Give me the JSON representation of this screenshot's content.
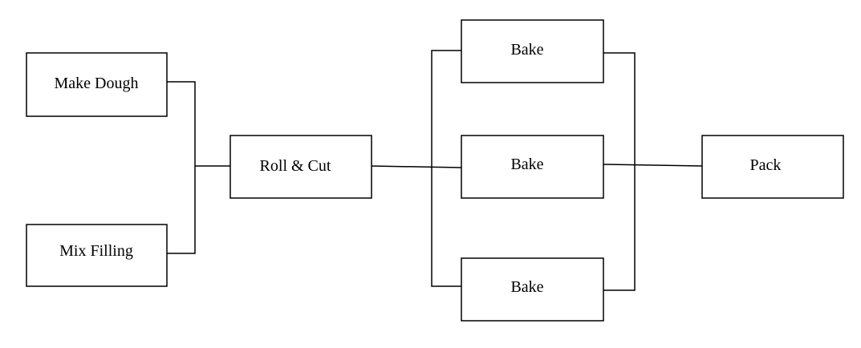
{
  "diagram": {
    "nodes": {
      "make_dough": "Make Dough",
      "mix_filling": "Mix Filling",
      "roll_cut": "Roll & Cut",
      "bake_top": "Bake",
      "bake_middle": "Bake",
      "bake_bottom": "Bake",
      "pack": "Pack"
    },
    "colors": {
      "line": "#000000",
      "box_fill": "#ffffff",
      "text": "#000000"
    }
  }
}
